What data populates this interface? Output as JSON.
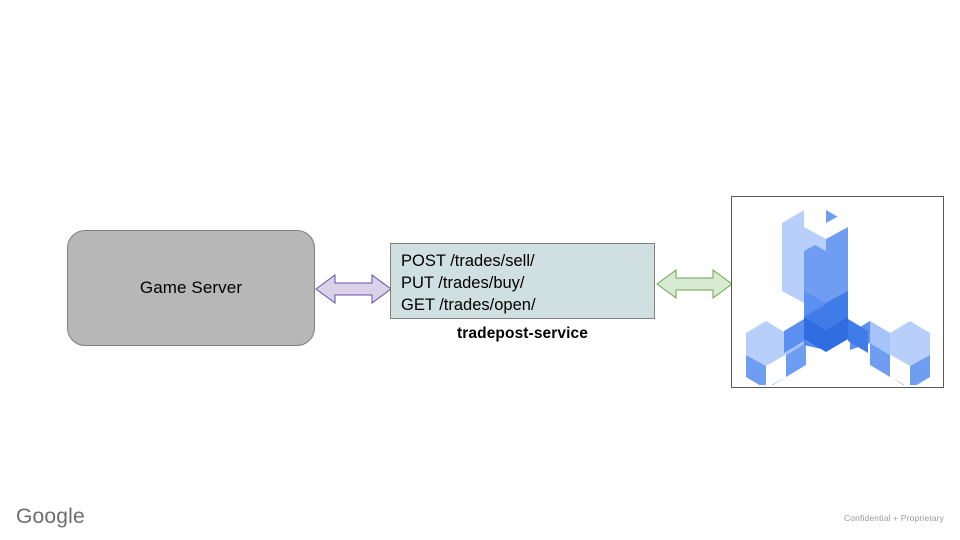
{
  "slide": {
    "background_color": "#ffffff"
  },
  "nodes": {
    "game_server": {
      "label": "Game Server",
      "fill_color": "#b7b7b7",
      "stroke_color": "#7f7f7f"
    },
    "service": {
      "endpoints": [
        "POST /trades/sell/",
        "PUT /trades/buy/",
        "GET /trades/open/"
      ],
      "caption": "tradepost-service",
      "fill_color": "#d0dfdf",
      "stroke_color": "#808080"
    },
    "logo_panel": {
      "icon_name": "isometric-wrench-icon",
      "colors": {
        "light": "#b8cffb",
        "mid": "#6e9df2",
        "dark": "#3f7ce8",
        "deep": "#2f6de0"
      },
      "stroke_color": "#595959"
    }
  },
  "connectors": [
    {
      "name": "game-server-to-service",
      "direction": "bidirectional",
      "fill_color": "#d9d2e9",
      "stroke_color": "#674ea7"
    },
    {
      "name": "service-to-logo",
      "direction": "bidirectional",
      "fill_color": "#d9ead3",
      "stroke_color": "#6aa84f"
    }
  ],
  "footer": {
    "brand": "Google",
    "notice": "Confidential + Proprietary",
    "brand_color": "#6d6d6d",
    "notice_color": "#9a9a9a"
  }
}
